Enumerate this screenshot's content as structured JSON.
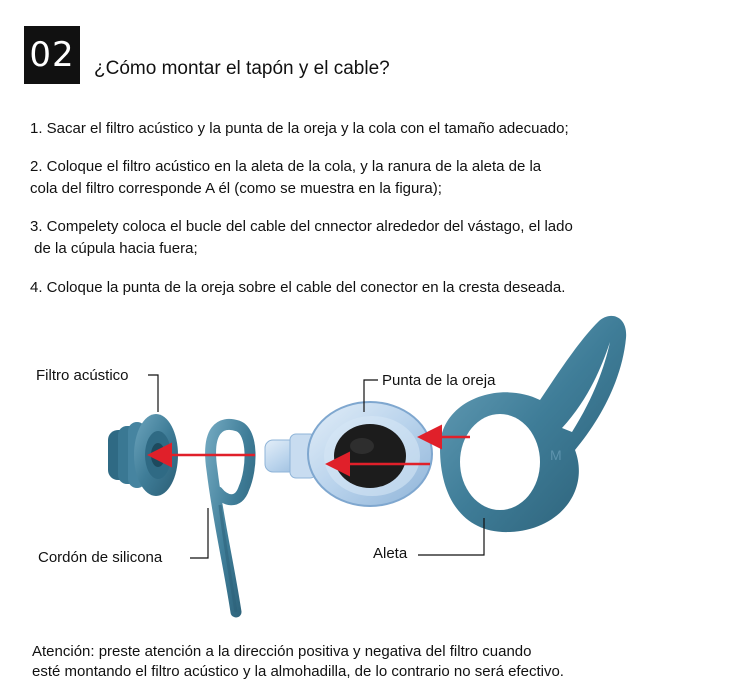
{
  "header": {
    "number": "02",
    "title": "¿Cómo montar el tapón y el cable?"
  },
  "steps": [
    {
      "lines": [
        "1. Sacar el filtro acústico y la punta de la oreja y la cola con el tamaño adecuado;"
      ]
    },
    {
      "lines": [
        "2. Coloque el filtro acústico en la aleta de la cola, y la ranura de la aleta de la",
        "cola del filtro corresponde A él (como se muestra en la figura);"
      ]
    },
    {
      "lines": [
        "3. Compelety coloca el bucle del cable del cnnector alrededor del vástago, el lado",
        " de la cúpula hacia fuera;"
      ]
    },
    {
      "lines": [
        "4. Coloque la punta de la oreja sobre el cable del conector en la cresta deseada."
      ]
    }
  ],
  "callouts": {
    "filter": "Filtro acústico",
    "tip": "Punta de la oreja",
    "cord": "Cordón de silicona",
    "fin": "Aleta"
  },
  "illustration": {
    "fin_size_mark": "M",
    "colors": {
      "part_blue": "#3f7d98",
      "part_dark": "#2c5f77",
      "arrow_red": "#e0202a",
      "tip_clear": "#b9d3ec",
      "tip_core": "#1c1c1c"
    }
  },
  "attention": {
    "lines": [
      "Atención: preste atención a la dirección positiva y negativa del filtro cuando",
      "esté montando el filtro acústico y la almohadilla, de lo contrario no será efectivo."
    ]
  }
}
